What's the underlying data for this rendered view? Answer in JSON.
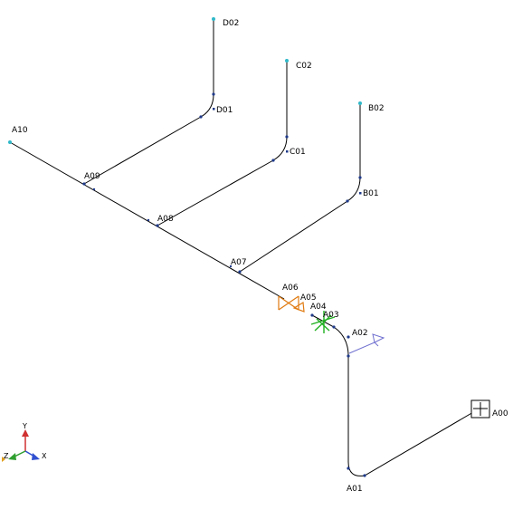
{
  "labels": {
    "A00": "A00",
    "A01": "A01",
    "A02": "A02",
    "A03": "A03",
    "A04": "A04",
    "A05": "A05",
    "A06": "A06",
    "A07": "A07",
    "A08": "A08",
    "A09": "A09",
    "A10": "A10",
    "B01": "B01",
    "B02": "B02",
    "C01": "C01",
    "C02": "C02",
    "D01": "D01",
    "D02": "D02"
  },
  "axes": {
    "x": "X",
    "y": "Y",
    "z": "Z"
  },
  "colors": {
    "pipe": "#000000",
    "node": "#1f3a8a",
    "endpoint": "#2fb8c8",
    "valve": "#e07a10",
    "support": "#20b020",
    "arrow": "#7070d0",
    "axis_x": "#3050d0",
    "axis_y": "#d03030",
    "axis_z": "#30a030"
  }
}
